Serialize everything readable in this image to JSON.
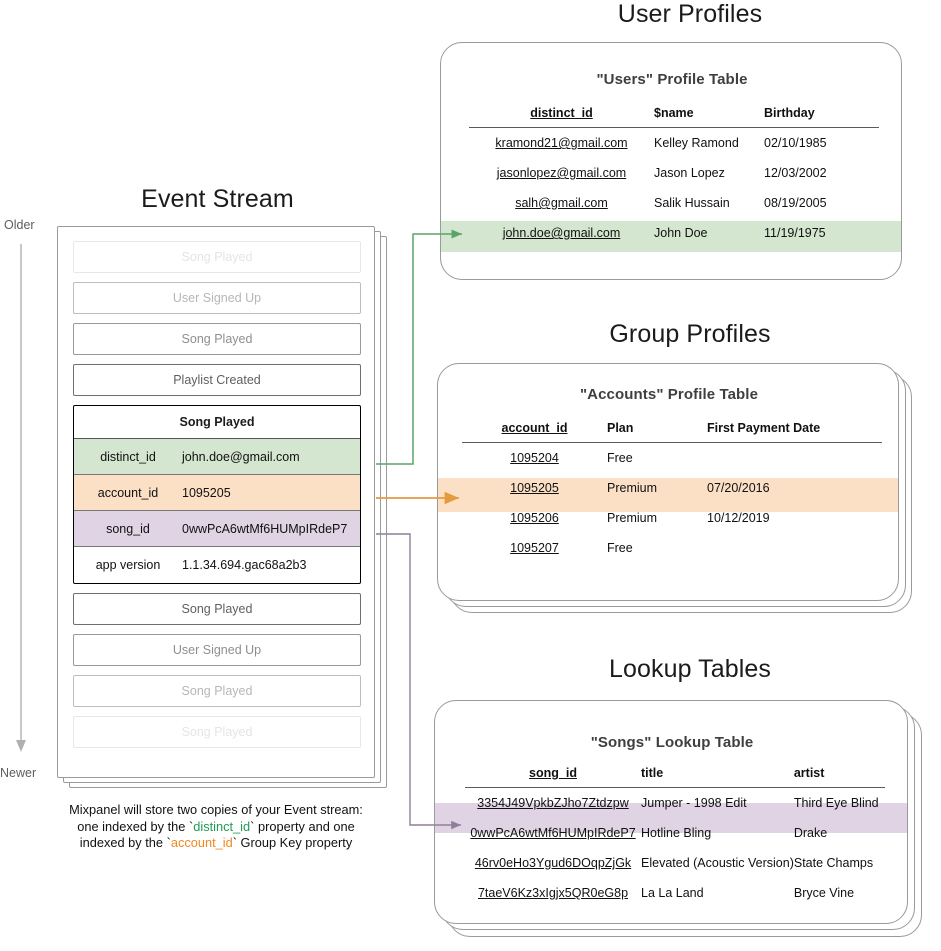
{
  "sections": {
    "user_profiles": "User Profiles",
    "group_profiles": "Group Profiles",
    "lookup_tables": "Lookup Tables",
    "event_stream": "Event Stream"
  },
  "time_axis": {
    "older": "Older",
    "newer": "Newer",
    "arrow_icon": "down-arrow-icon"
  },
  "event_stream": {
    "faded_top": [
      {
        "label": "Song Played",
        "fade": "f1"
      },
      {
        "label": "User Signed Up",
        "fade": "f2"
      },
      {
        "label": "Song Played",
        "fade": "f3"
      },
      {
        "label": "Playlist Created",
        "fade": "f4"
      }
    ],
    "expanded_event": {
      "title": "Song Played",
      "properties": [
        {
          "key": "distinct_id",
          "value": "john.doe@gmail.com",
          "highlight": "green"
        },
        {
          "key": "account_id",
          "value": "1095205",
          "highlight": "orange"
        },
        {
          "key": "song_id",
          "value": "0wwPcA6wtMf6HUMpIRdeP7",
          "highlight": "purple"
        },
        {
          "key": "app version",
          "value": "1.1.34.694.gac68a2b3",
          "highlight": "none"
        }
      ]
    },
    "faded_bottom": [
      {
        "label": "Song Played",
        "fade": "f4"
      },
      {
        "label": "User Signed Up",
        "fade": "f3"
      },
      {
        "label": "Song Played",
        "fade": "f2"
      },
      {
        "label": "Song Played",
        "fade": "f1"
      }
    ],
    "caption": {
      "line1": "Mixpanel will store two copies of your Event stream:",
      "line2_a": "one indexed by the `",
      "line2_token": "distinct_id",
      "line2_b": "` property and one",
      "line3_a": "indexed by the `",
      "line3_token": "account_id",
      "line3_b": "` Group Key property"
    }
  },
  "users_table": {
    "title": "\"Users\" Profile Table",
    "columns": [
      "distinct_id",
      "$name",
      "Birthday"
    ],
    "rows": [
      {
        "distinct_id": "kramond21@gmail.com",
        "name": "Kelley Ramond",
        "birthday": "02/10/1985",
        "highlight": "none"
      },
      {
        "distinct_id": "jasonlopez@gmail.com",
        "name": "Jason Lopez",
        "birthday": "12/03/2002",
        "highlight": "none"
      },
      {
        "distinct_id": "salh@gmail.com",
        "name": "Salik Hussain",
        "birthday": "08/19/2005",
        "highlight": "none"
      },
      {
        "distinct_id": "john.doe@gmail.com",
        "name": "John Doe",
        "birthday": "11/19/1975",
        "highlight": "green"
      }
    ]
  },
  "accounts_table": {
    "title": "\"Accounts\" Profile Table",
    "columns": [
      "account_id",
      "Plan",
      "First Payment Date"
    ],
    "rows": [
      {
        "account_id": "1095204",
        "plan": "Free",
        "first_payment_date": "",
        "highlight": "none"
      },
      {
        "account_id": "1095205",
        "plan": "Premium",
        "first_payment_date": "07/20/2016",
        "highlight": "orange"
      },
      {
        "account_id": "1095206",
        "plan": "Premium",
        "first_payment_date": "10/12/2019",
        "highlight": "none"
      },
      {
        "account_id": "1095207",
        "plan": "Free",
        "first_payment_date": "",
        "highlight": "none"
      }
    ]
  },
  "songs_table": {
    "title": "\"Songs\" Lookup Table",
    "columns": [
      "song_id",
      "title",
      "artist"
    ],
    "rows": [
      {
        "song_id": "3354J49VpkbZJho7Ztdzpw",
        "title": "Jumper - 1998 Edit",
        "artist": "Third Eye Blind",
        "highlight": "none"
      },
      {
        "song_id": "0wwPcA6wtMf6HUMpIRdeP7",
        "title": "Hotline Bling",
        "artist": "Drake",
        "highlight": "purple"
      },
      {
        "song_id": "46rv0eHo3Ygud6DOqpZjGk",
        "title": "Elevated (Acoustic Version)",
        "artist": "State Champs",
        "highlight": "none"
      },
      {
        "song_id": "7taeV6Kz3xIgjx5QR0eG8p",
        "title": "La La Land",
        "artist": "Bryce Vine",
        "highlight": "none"
      }
    ]
  },
  "colors": {
    "green_highlight": "#d4e6cf",
    "orange_highlight": "#fce0c6",
    "purple_highlight": "#e0d3e4",
    "green_arrow": "#5aa469",
    "orange_arrow": "#e79a3c",
    "purple_arrow": "#8f7f99",
    "card_border": "#9a9a9a"
  },
  "connectors": [
    {
      "name": "distinct-id-to-users",
      "color": "#5aa469"
    },
    {
      "name": "account-id-to-accounts",
      "color": "#e79a3c"
    },
    {
      "name": "song-id-to-songs",
      "color": "#8f7f99"
    }
  ]
}
